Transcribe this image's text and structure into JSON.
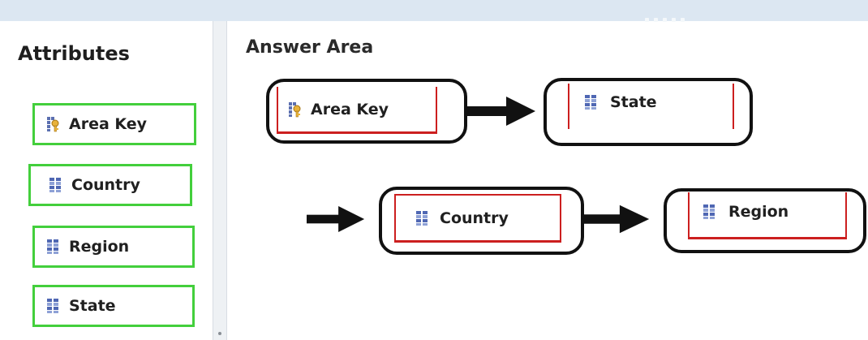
{
  "left_panel": {
    "title": "Attributes",
    "items": [
      {
        "label": "Area Key",
        "icon": "key-attribute-icon"
      },
      {
        "label": "Country",
        "icon": "attribute-icon"
      },
      {
        "label": "Region",
        "icon": "attribute-icon"
      },
      {
        "label": "State",
        "icon": "attribute-icon"
      }
    ]
  },
  "answer_area": {
    "title": "Answer Area",
    "slots": [
      {
        "label": "Area Key",
        "icon": "key-attribute-icon"
      },
      {
        "label": "State",
        "icon": "attribute-icon"
      },
      {
        "label": "Country",
        "icon": "attribute-icon"
      },
      {
        "label": "Region",
        "icon": "attribute-icon"
      }
    ]
  },
  "colors": {
    "item_border": "#43cf3c",
    "slot_highlight": "#cc1f1f",
    "slot_outline": "#111111",
    "top_bar": "#dce7f2"
  }
}
